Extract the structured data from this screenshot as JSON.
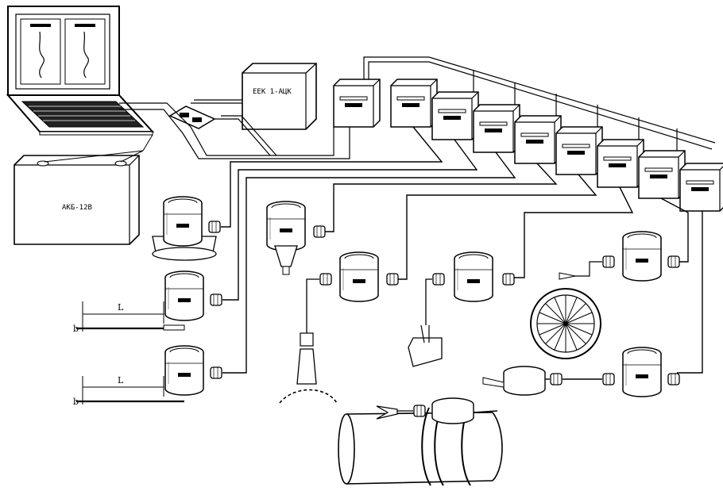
{
  "devices": {
    "adc_label": "ЕЕК 1-АЦК",
    "battery_label": "АКБ-12В"
  },
  "dimensions": {
    "length_symbol_1": "L",
    "length_symbol_2": "L",
    "base_symbol_1": "b",
    "base_symbol_2": "b"
  }
}
